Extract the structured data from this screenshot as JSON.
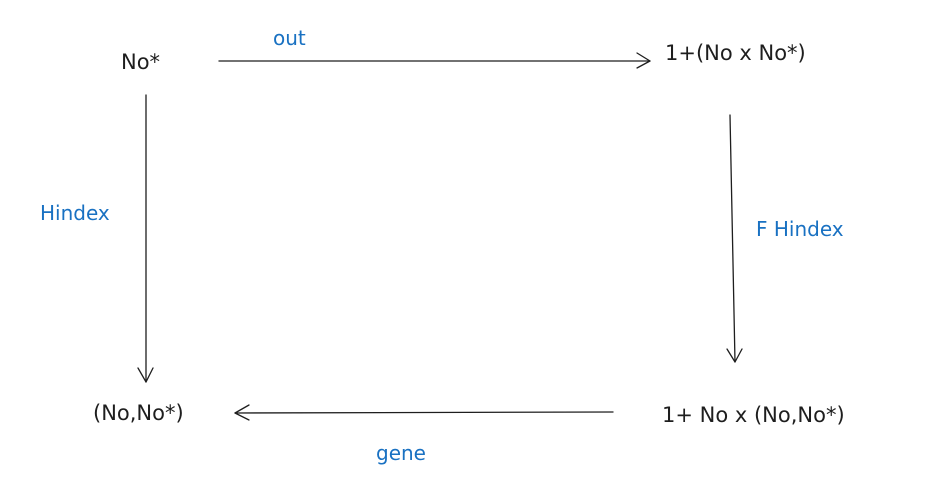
{
  "diagram": {
    "nodes": {
      "top_left": "No*",
      "top_right": "1+(No x No*)",
      "bottom_left": "(No,No*)",
      "bottom_right": "1+ No x (No,No*)"
    },
    "edges": {
      "top": "out",
      "left": "Hindex",
      "right": "F Hindex",
      "bottom": "gene"
    },
    "label_color": "#1971c2"
  }
}
